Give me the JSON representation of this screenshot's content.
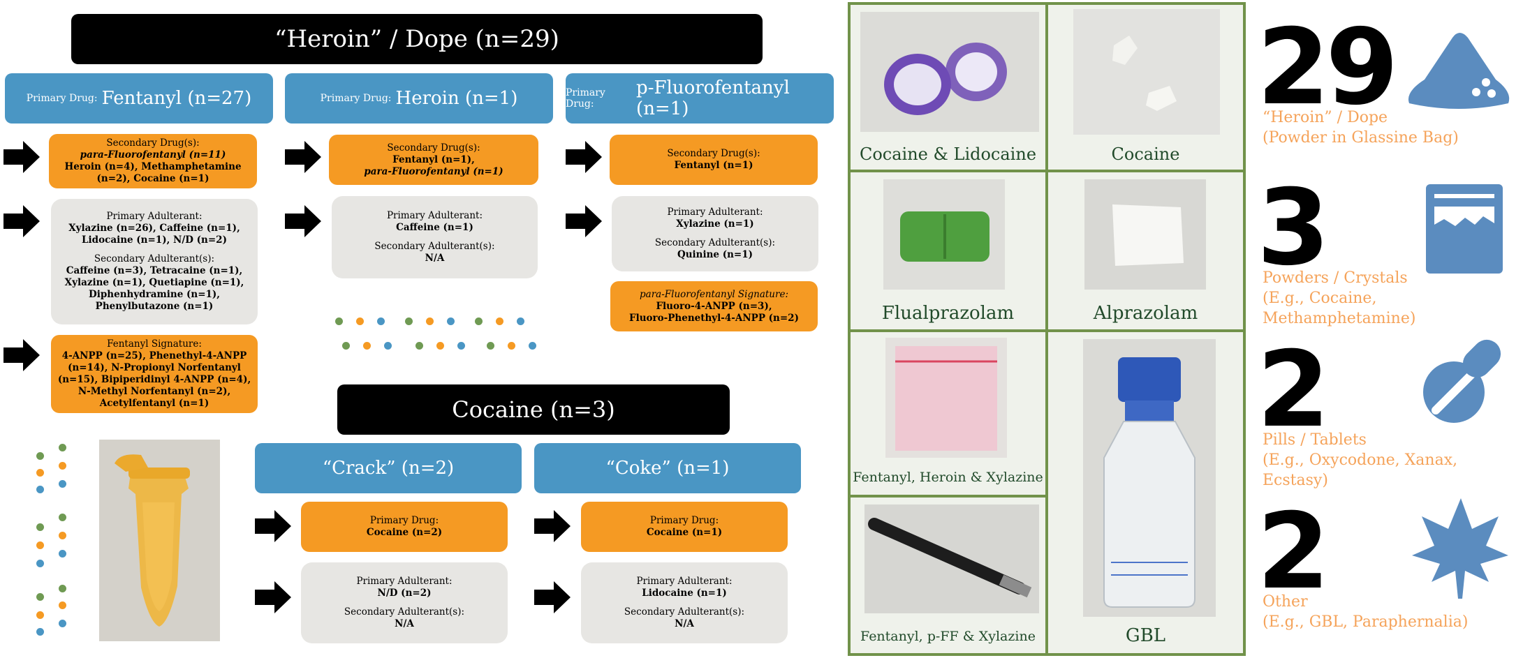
{
  "heroin": {
    "title": "“Heroin” / Dope (n=29)",
    "fentanyl": {
      "header_small": "Primary Drug:",
      "header_big": "Fentanyl (n=27)",
      "secondary": {
        "heading": "Secondary Drug(s):",
        "line1": "para-Fluorofentanyl (n=11)",
        "line2": "Heroin (n=4), Methamphetamine",
        "line3": "(n=2), Cocaine (n=1)"
      },
      "adulterants": {
        "heading": "Primary Adulterant:",
        "line1": "Xylazine (n=26), Caffeine (n=1),",
        "line2": "Lidocaine (n=1), N/D (n=2)",
        "heading2": "Secondary Adulterant(s):",
        "line3": "Caffeine (n=3), Tetracaine (n=1),",
        "line4": "Xylazine (n=1), Quetiapine (n=1),",
        "line5": "Diphenhydramine (n=1),",
        "line6": "Phenylbutazone (n=1)"
      },
      "signature": {
        "heading": "Fentanyl Signature:",
        "line1": "4-ANPP (n=25), Phenethyl-4-ANPP",
        "line2": "(n=14), N-Propionyl Norfentanyl",
        "line3": "(n=15), Bipiperidinyl 4-ANPP (n=4),",
        "line4": "N-Methyl Norfentanyl (n=2),",
        "line5": "Acetylfentanyl (n=1)"
      }
    },
    "heroin_col": {
      "header_small": "Primary Drug:",
      "header_big": "Heroin (n=1)",
      "secondary": {
        "heading": "Secondary Drug(s):",
        "line1": "Fentanyl (n=1),",
        "line2": "para-Fluorofentanyl (n=1)"
      },
      "adulterants": {
        "heading": "Primary Adulterant:",
        "line1": "Caffeine (n=1)",
        "heading2": "Secondary Adulterant(s):",
        "line2": "N/A"
      }
    },
    "pff": {
      "header_small": "Primary Drug:",
      "header_big": "p-Fluorofentanyl (n=1)",
      "secondary": {
        "heading": "Secondary Drug(s):",
        "line1": "Fentanyl (n=1)"
      },
      "adulterants": {
        "heading": "Primary Adulterant:",
        "line1": "Xylazine (n=1)",
        "heading2": "Secondary Adulterant(s):",
        "line2": "Quinine (n=1)"
      },
      "signature": {
        "heading": "para-Fluorofentanyl Signature:",
        "line1": "Fluoro-4-ANPP (n=3),",
        "line2": "Fluoro-Phenethyl-4-ANPP (n=2)"
      }
    }
  },
  "cocaine": {
    "title": "Cocaine (n=3)",
    "crack": {
      "header": "“Crack” (n=2)",
      "primary_heading": "Primary Drug:",
      "primary_value": "Cocaine (n=2)",
      "adulterant_heading": "Primary Adulterant:",
      "adulterant_value": "N/D (n=2)",
      "secondary_heading": "Secondary Adulterant(s):",
      "secondary_value": "N/A"
    },
    "coke": {
      "header": "“Coke” (n=1)",
      "primary_heading": "Primary Drug:",
      "primary_value": "Cocaine (n=1)",
      "adulterant_heading": "Primary Adulterant:",
      "adulterant_value": "Lidocaine (n=1)",
      "secondary_heading": "Secondary Adulterant(s):",
      "secondary_value": "N/A"
    }
  },
  "photo_grid": {
    "labels": [
      "Cocaine & Lidocaine",
      "Cocaine",
      "Flualprazolam",
      "Alprazolam",
      "Fentanyl, Heroin & Xylazine",
      "Fentanyl, p-FF & Xylazine",
      "GBL"
    ]
  },
  "categories": [
    {
      "count": "29",
      "title": "“Heroin” / Dope",
      "subtitle": "(Powder in Glassine Bag)",
      "icon": "powder-pile-icon"
    },
    {
      "count": "3",
      "title": "Powders / Crystals",
      "subtitle": "(E.g., Cocaine, Methamphetamine)",
      "icon": "baggie-icon"
    },
    {
      "count": "2",
      "title": "Pills / Tablets",
      "subtitle": "(E.g., Oxycodone, Xanax, Ecstasy)",
      "icon": "pills-icon"
    },
    {
      "count": "2",
      "title": "Other",
      "subtitle": "(E.g., GBL, Paraphernalia)",
      "icon": "leaf-icon"
    }
  ],
  "colors": {
    "blue_header": "#4a96c4",
    "orange_box": "#f59a23",
    "grey_box": "#e7e6e3",
    "grid_border": "#71924a",
    "category_text": "#f5a35a",
    "icon_blue": "#5b8cbf",
    "dot_green": "#6f9a53",
    "dot_orange": "#f59a23",
    "dot_blue": "#4a96c4"
  }
}
